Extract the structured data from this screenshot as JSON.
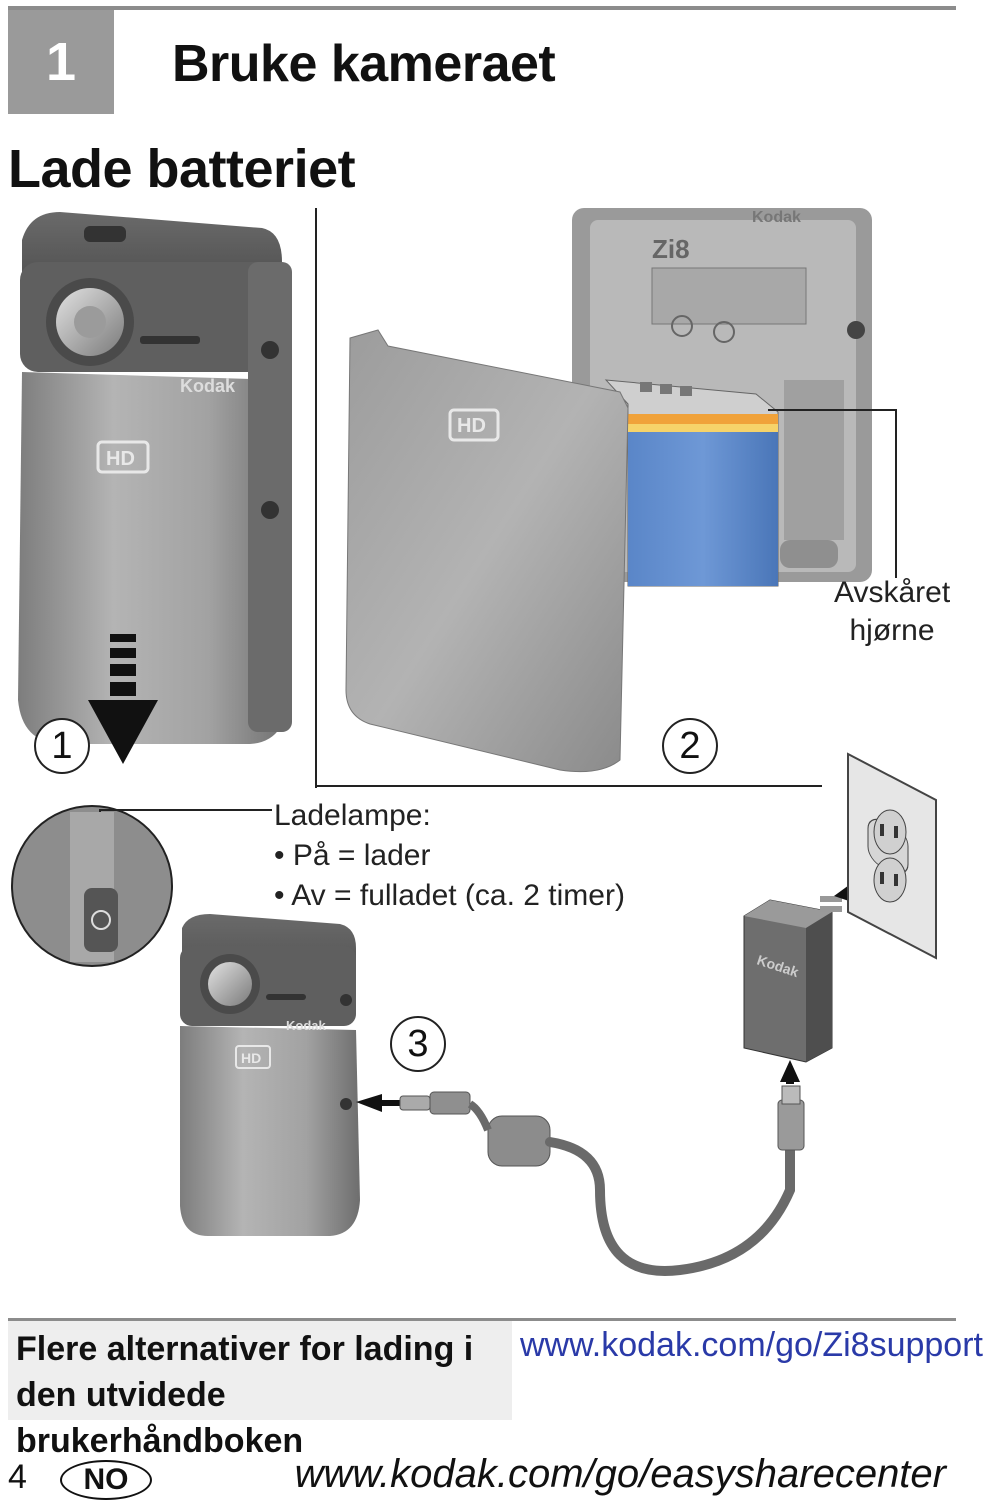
{
  "chapter": {
    "number": "1",
    "title": "Bruke kameraet"
  },
  "section": {
    "title": "Lade batteriet"
  },
  "figure": {
    "steps": [
      "1",
      "2",
      "3"
    ],
    "callout_corner": {
      "line1": "Avskåret",
      "line2": "hjørne"
    },
    "charge_light": {
      "title": "Ladelampe:",
      "items": [
        "På = lader",
        "Av = fulladet (ca. 2 timer)"
      ]
    },
    "camera_brand": "Kodak",
    "camera_model": "Zi8",
    "hd_badge": "HD"
  },
  "footer": {
    "note": "Flere alternativer for lading i den utvidede brukerhåndboken",
    "url": "www.kodak.com/go/Zi8support"
  },
  "page": {
    "number": "4",
    "language": "NO",
    "url": "www.kodak.com/go/easysharecenter"
  }
}
